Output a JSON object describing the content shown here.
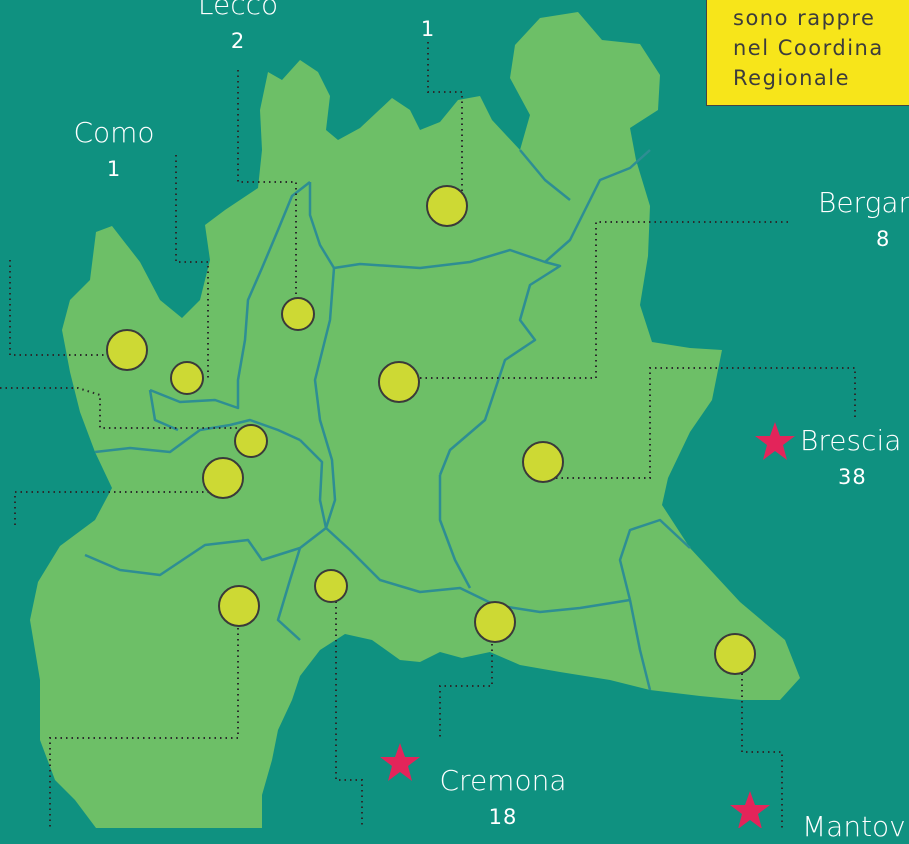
{
  "legend_note": {
    "lines": [
      "sono rappre",
      "nel Coordina",
      "Regionale"
    ]
  },
  "labels": {
    "lecco": {
      "name": "Lecco",
      "count": "2"
    },
    "top": {
      "count": "1"
    },
    "como": {
      "name": "Como",
      "count": "1"
    },
    "bergamo": {
      "name": "Bergar",
      "count": "8"
    },
    "brescia": {
      "name": "Brescia",
      "count": "38"
    },
    "cremona": {
      "name": "Cremona",
      "count": "18"
    },
    "mantova": {
      "name": "Mantov"
    }
  },
  "colors": {
    "background": "#0f9180",
    "region": "#6dbf67",
    "province_border": "#2e8e93",
    "marker": "#cdd934",
    "star": "#e3245a",
    "note_bg": "#f7e51a"
  }
}
